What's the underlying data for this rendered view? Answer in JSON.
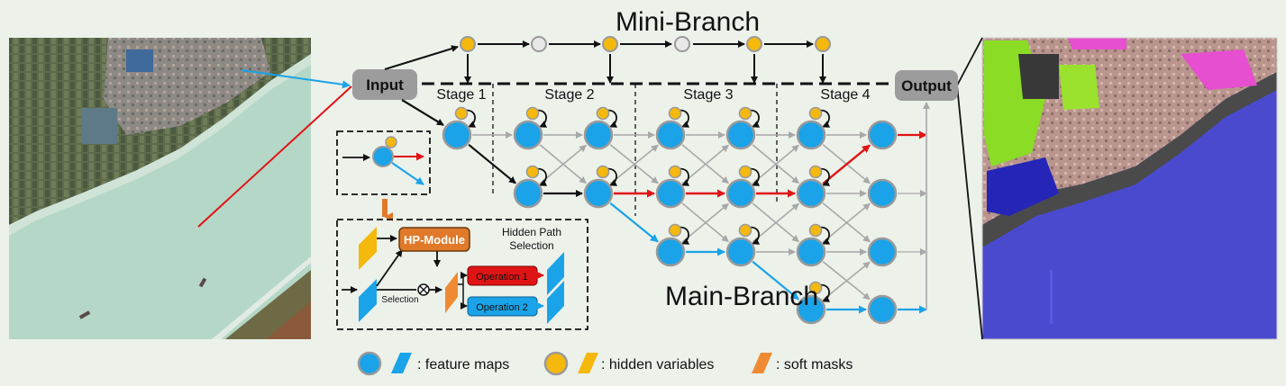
{
  "diagram": {
    "title_mini": "Mini-Branch",
    "title_main": "Main-Branch",
    "input_label": "Input",
    "output_label": "Output",
    "stages": [
      "Stage 1",
      "Stage 2",
      "Stage 3",
      "Stage 4"
    ],
    "inset": {
      "hp_module": "HP-Module",
      "hidden_path_line1": "Hidden Path",
      "hidden_path_line2": "Selection",
      "selection": "Selection",
      "operation1": "Operation 1",
      "operation2": "Operation 2"
    },
    "legend": {
      "feature_maps": ": feature maps",
      "hidden_variables": ": hidden variables",
      "soft_masks": ": soft masks"
    }
  },
  "colors": {
    "background": "#ecf1ea",
    "feature_map": "#1aa3e8",
    "hidden_variable": "#f5b80c",
    "soft_mask": "#f08a32",
    "hp_module": "#e07a2a",
    "operation1": "#e01414",
    "operation2": "#1aa3e8",
    "node_border": "#9a9a9a",
    "input_box": "#9c9c9c",
    "selected_path": "#e01414",
    "alt_path": "#1aa3e8"
  }
}
